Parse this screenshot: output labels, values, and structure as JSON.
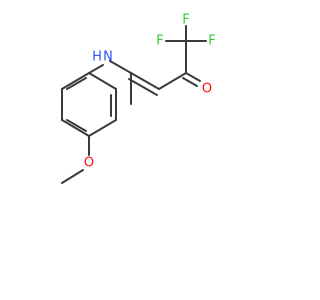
{
  "molecule": {
    "atoms": {
      "f_top": "F",
      "f_left": "F",
      "f_right": "F",
      "o_carbonyl": "O",
      "n_amine": "N",
      "h_amine": "H",
      "o_ether": "O"
    },
    "colors": {
      "bond": "#3a3a3a",
      "fluorine": "#33cc33",
      "oxygen": "#ff0d0d",
      "nitrogen": "#3050f8",
      "hydrogen": "#3050f8"
    }
  }
}
